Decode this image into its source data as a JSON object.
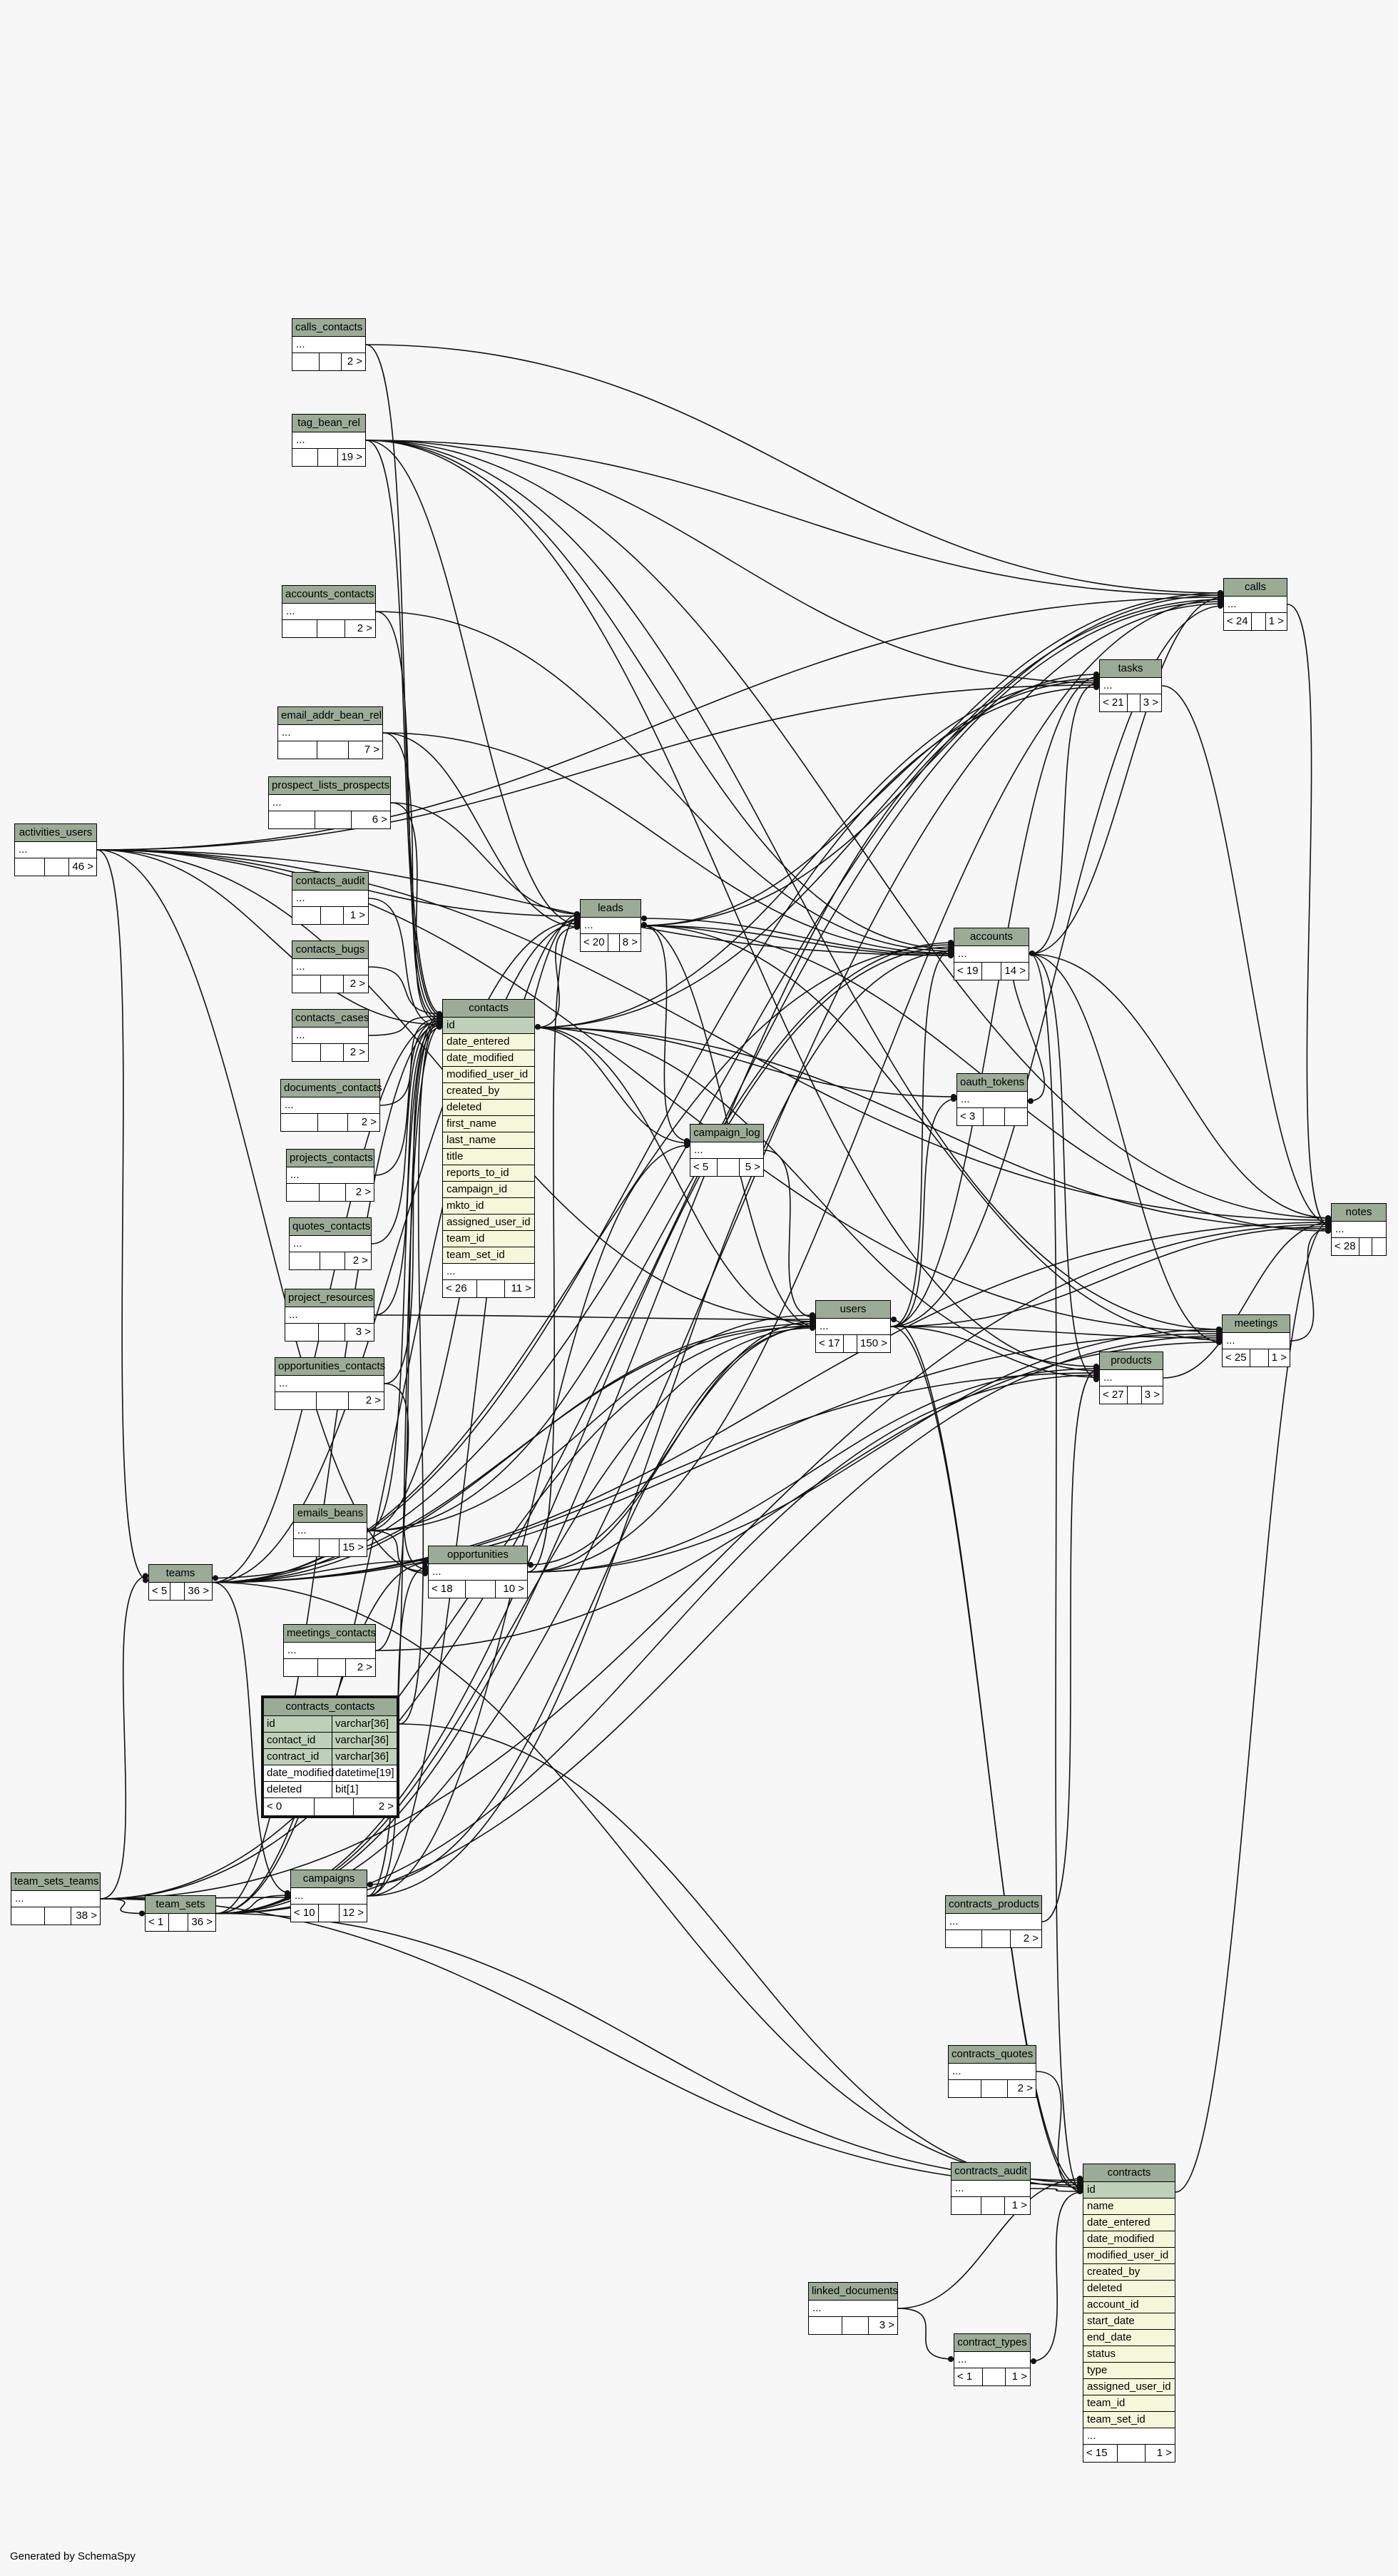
{
  "footer": "Generated by SchemaSpy",
  "tables": [
    {
      "key": "calls_contacts",
      "name": "calls_contacts",
      "cols": [
        "..."
      ],
      "parents": "",
      "children": "2 >"
    },
    {
      "key": "tag_bean_rel",
      "name": "tag_bean_rel",
      "cols": [
        "..."
      ],
      "parents": "",
      "children": "19 >"
    },
    {
      "key": "accounts_contacts",
      "name": "accounts_contacts",
      "cols": [
        "..."
      ],
      "parents": "",
      "children": "2 >"
    },
    {
      "key": "email_addr_bean_rel",
      "name": "email_addr_bean_rel",
      "cols": [
        "..."
      ],
      "parents": "",
      "children": "7 >"
    },
    {
      "key": "prospect_lists_prospects",
      "name": "prospect_lists_prospects",
      "cols": [
        "..."
      ],
      "parents": "",
      "children": "6 >"
    },
    {
      "key": "activities_users",
      "name": "activities_users",
      "cols": [
        "..."
      ],
      "parents": "",
      "children": "46 >"
    },
    {
      "key": "contacts_audit",
      "name": "contacts_audit",
      "cols": [
        "..."
      ],
      "parents": "",
      "children": "1 >"
    },
    {
      "key": "contacts_bugs",
      "name": "contacts_bugs",
      "cols": [
        "..."
      ],
      "parents": "",
      "children": "2 >"
    },
    {
      "key": "contacts_cases",
      "name": "contacts_cases",
      "cols": [
        "..."
      ],
      "parents": "",
      "children": "2 >"
    },
    {
      "key": "documents_contacts",
      "name": "documents_contacts",
      "cols": [
        "..."
      ],
      "parents": "",
      "children": "2 >"
    },
    {
      "key": "projects_contacts",
      "name": "projects_contacts",
      "cols": [
        "..."
      ],
      "parents": "",
      "children": "2 >"
    },
    {
      "key": "quotes_contacts",
      "name": "quotes_contacts",
      "cols": [
        "..."
      ],
      "parents": "",
      "children": "2 >"
    },
    {
      "key": "project_resources",
      "name": "project_resources",
      "cols": [
        "..."
      ],
      "parents": "",
      "children": "3 >"
    },
    {
      "key": "opportunities_contacts",
      "name": "opportunities_contacts",
      "cols": [
        "..."
      ],
      "parents": "",
      "children": "2 >"
    },
    {
      "key": "emails_beans",
      "name": "emails_beans",
      "cols": [
        "..."
      ],
      "parents": "",
      "children": "15 >"
    },
    {
      "key": "teams",
      "name": "teams",
      "cols": [],
      "parents": "< 5",
      "children": "36 >"
    },
    {
      "key": "meetings_contacts",
      "name": "meetings_contacts",
      "cols": [
        "..."
      ],
      "parents": "",
      "children": "2 >"
    },
    {
      "key": "team_sets_teams",
      "name": "team_sets_teams",
      "cols": [
        "..."
      ],
      "parents": "",
      "children": "38 >"
    },
    {
      "key": "team_sets",
      "name": "team_sets",
      "cols": [],
      "parents": "< 1",
      "children": "36 >"
    },
    {
      "key": "campaigns",
      "name": "campaigns",
      "cols": [
        "..."
      ],
      "parents": "< 10",
      "children": "12 >"
    },
    {
      "key": "opportunities",
      "name": "opportunities",
      "cols": [
        "..."
      ],
      "parents": "< 18",
      "children": "10 >"
    },
    {
      "key": "leads",
      "name": "leads",
      "cols": [
        "..."
      ],
      "parents": "< 20",
      "children": "8 >"
    },
    {
      "key": "campaign_log",
      "name": "campaign_log",
      "cols": [
        "..."
      ],
      "parents": "< 5",
      "children": "5 >"
    },
    {
      "key": "users",
      "name": "users",
      "cols": [
        "..."
      ],
      "parents": "< 17",
      "children": "150 >"
    },
    {
      "key": "accounts",
      "name": "accounts",
      "cols": [
        "..."
      ],
      "parents": "< 19",
      "children": "14 >"
    },
    {
      "key": "oauth_tokens",
      "name": "oauth_tokens",
      "cols": [
        "..."
      ],
      "parents": "< 3",
      "children": ""
    },
    {
      "key": "tasks",
      "name": "tasks",
      "cols": [
        "..."
      ],
      "parents": "< 21",
      "children": "3 >"
    },
    {
      "key": "calls",
      "name": "calls",
      "cols": [
        "..."
      ],
      "parents": "< 24",
      "children": "1 >"
    },
    {
      "key": "meetings",
      "name": "meetings",
      "cols": [
        "..."
      ],
      "parents": "< 25",
      "children": "1 >"
    },
    {
      "key": "products",
      "name": "products",
      "cols": [
        "..."
      ],
      "parents": "< 27",
      "children": "3 >"
    },
    {
      "key": "notes",
      "name": "notes",
      "cols": [
        "..."
      ],
      "parents": "< 28",
      "children": ""
    },
    {
      "key": "contracts_products",
      "name": "contracts_products",
      "cols": [
        "..."
      ],
      "parents": "",
      "children": "2 >"
    },
    {
      "key": "contracts_quotes",
      "name": "contracts_quotes",
      "cols": [
        "..."
      ],
      "parents": "",
      "children": "2 >"
    },
    {
      "key": "contracts_audit",
      "name": "contracts_audit",
      "cols": [
        "..."
      ],
      "parents": "",
      "children": "1 >"
    },
    {
      "key": "linked_documents",
      "name": "linked_documents",
      "cols": [
        "..."
      ],
      "parents": "",
      "children": "3 >"
    },
    {
      "key": "contract_types",
      "name": "contract_types",
      "cols": [
        "..."
      ],
      "parents": "< 1",
      "children": "1 >"
    },
    {
      "key": "contacts",
      "name": "contacts",
      "cols": [
        "id",
        "date_entered",
        "date_modified",
        "modified_user_id",
        "created_by",
        "deleted",
        "first_name",
        "last_name",
        "title",
        "reports_to_id",
        "campaign_id",
        "mkto_id",
        "assigned_user_id",
        "team_id",
        "team_set_id",
        "..."
      ],
      "parents": "< 26",
      "children": "11 >"
    },
    {
      "key": "contracts",
      "name": "contracts",
      "cols": [
        "id",
        "name",
        "date_entered",
        "date_modified",
        "modified_user_id",
        "created_by",
        "deleted",
        "account_id",
        "start_date",
        "end_date",
        "status",
        "type",
        "assigned_user_id",
        "team_id",
        "team_set_id",
        "..."
      ],
      "parents": "< 15",
      "children": "1 >"
    }
  ],
  "focus_table": {
    "name": "contracts_contacts",
    "rows": [
      {
        "col": "id",
        "type": "varchar[36]"
      },
      {
        "col": "contact_id",
        "type": "varchar[36]"
      },
      {
        "col": "contract_id",
        "type": "varchar[36]"
      },
      {
        "col": "date_modified",
        "type": "datetime[19]"
      },
      {
        "col": "deleted",
        "type": "bit[1]"
      }
    ],
    "parents": "< 0",
    "children": "2 >"
  },
  "relationships": [
    [
      "contacts",
      "calls_contacts"
    ],
    [
      "contacts",
      "tag_bean_rel"
    ],
    [
      "contacts",
      "accounts_contacts"
    ],
    [
      "contacts",
      "email_addr_bean_rel"
    ],
    [
      "contacts",
      "prospect_lists_prospects"
    ],
    [
      "contacts",
      "activities_users"
    ],
    [
      "contacts",
      "contacts_audit"
    ],
    [
      "contacts",
      "contacts_bugs"
    ],
    [
      "contacts",
      "contacts_cases"
    ],
    [
      "contacts",
      "documents_contacts"
    ],
    [
      "contacts",
      "projects_contacts"
    ],
    [
      "contacts",
      "quotes_contacts"
    ],
    [
      "contacts",
      "project_resources"
    ],
    [
      "contacts",
      "opportunities_contacts"
    ],
    [
      "contacts",
      "emails_beans"
    ],
    [
      "contacts",
      "meetings_contacts"
    ],
    [
      "contacts",
      "contracts_contacts"
    ],
    [
      "contacts",
      "teams"
    ],
    [
      "contacts",
      "team_sets"
    ],
    [
      "contacts",
      "campaigns"
    ],
    [
      "contacts",
      "users"
    ],
    [
      "calls",
      "calls_contacts"
    ],
    [
      "calls",
      "tag_bean_rel"
    ],
    [
      "calls",
      "activities_users"
    ],
    [
      "calls",
      "teams"
    ],
    [
      "calls",
      "team_sets_teams"
    ],
    [
      "calls",
      "team_sets"
    ],
    [
      "calls",
      "users"
    ],
    [
      "calls",
      "contacts"
    ],
    [
      "calls",
      "leads"
    ],
    [
      "calls",
      "accounts"
    ],
    [
      "calls",
      "opportunities"
    ],
    [
      "tasks",
      "tag_bean_rel"
    ],
    [
      "tasks",
      "activities_users"
    ],
    [
      "tasks",
      "teams"
    ],
    [
      "tasks",
      "team_sets"
    ],
    [
      "tasks",
      "users"
    ],
    [
      "tasks",
      "contacts"
    ],
    [
      "tasks",
      "leads"
    ],
    [
      "tasks",
      "accounts"
    ],
    [
      "leads",
      "tag_bean_rel"
    ],
    [
      "leads",
      "email_addr_bean_rel"
    ],
    [
      "leads",
      "prospect_lists_prospects"
    ],
    [
      "leads",
      "activities_users"
    ],
    [
      "leads",
      "emails_beans"
    ],
    [
      "leads",
      "teams"
    ],
    [
      "leads",
      "team_sets"
    ],
    [
      "leads",
      "users"
    ],
    [
      "leads",
      "contacts"
    ],
    [
      "leads",
      "campaigns"
    ],
    [
      "leads",
      "opportunities"
    ],
    [
      "leads",
      "accounts"
    ],
    [
      "accounts",
      "tag_bean_rel"
    ],
    [
      "accounts",
      "accounts_contacts"
    ],
    [
      "accounts",
      "email_addr_bean_rel"
    ],
    [
      "accounts",
      "activities_users"
    ],
    [
      "accounts",
      "emails_beans"
    ],
    [
      "accounts",
      "teams"
    ],
    [
      "accounts",
      "team_sets"
    ],
    [
      "accounts",
      "users"
    ],
    [
      "accounts",
      "campaigns"
    ],
    [
      "accounts",
      "contracts"
    ],
    [
      "accounts",
      "leads"
    ],
    [
      "notes",
      "tag_bean_rel"
    ],
    [
      "notes",
      "activities_users"
    ],
    [
      "notes",
      "teams"
    ],
    [
      "notes",
      "team_sets_teams"
    ],
    [
      "notes",
      "users"
    ],
    [
      "notes",
      "contacts"
    ],
    [
      "notes",
      "leads"
    ],
    [
      "notes",
      "accounts"
    ],
    [
      "notes",
      "contracts"
    ],
    [
      "notes",
      "products"
    ],
    [
      "notes",
      "tasks"
    ],
    [
      "notes",
      "calls"
    ],
    [
      "notes",
      "meetings"
    ],
    [
      "meetings",
      "meetings_contacts"
    ],
    [
      "meetings",
      "tag_bean_rel"
    ],
    [
      "meetings",
      "activities_users"
    ],
    [
      "meetings",
      "teams"
    ],
    [
      "meetings",
      "team_sets"
    ],
    [
      "meetings",
      "users"
    ],
    [
      "meetings",
      "leads"
    ],
    [
      "meetings",
      "accounts"
    ],
    [
      "meetings",
      "opportunities"
    ],
    [
      "products",
      "contracts_products"
    ],
    [
      "products",
      "tag_bean_rel"
    ],
    [
      "products",
      "teams"
    ],
    [
      "products",
      "team_sets"
    ],
    [
      "products",
      "users"
    ],
    [
      "products",
      "accounts"
    ],
    [
      "products",
      "contacts"
    ],
    [
      "products",
      "opportunities"
    ],
    [
      "users",
      "project_resources"
    ],
    [
      "users",
      "activities_users"
    ],
    [
      "users",
      "teams"
    ],
    [
      "users",
      "team_sets_teams"
    ],
    [
      "users",
      "team_sets"
    ],
    [
      "users",
      "emails_beans"
    ],
    [
      "users",
      "campaign_log"
    ],
    [
      "users",
      "contracts"
    ],
    [
      "users",
      "opportunities"
    ],
    [
      "opportunities",
      "opportunities_contacts"
    ],
    [
      "opportunities",
      "emails_beans"
    ],
    [
      "opportunities",
      "activities_users"
    ],
    [
      "opportunities",
      "teams"
    ],
    [
      "opportunities",
      "team_sets"
    ],
    [
      "opportunities",
      "users"
    ],
    [
      "opportunities",
      "campaigns"
    ],
    [
      "campaigns",
      "teams"
    ],
    [
      "campaigns",
      "team_sets"
    ],
    [
      "campaigns",
      "team_sets_teams"
    ],
    [
      "campaigns",
      "users"
    ],
    [
      "campaign_log",
      "leads"
    ],
    [
      "campaign_log",
      "contacts"
    ],
    [
      "campaign_log",
      "campaigns"
    ],
    [
      "oauth_tokens",
      "contacts"
    ],
    [
      "oauth_tokens",
      "users"
    ],
    [
      "oauth_tokens",
      "accounts"
    ],
    [
      "teams",
      "team_sets_teams"
    ],
    [
      "teams",
      "users"
    ],
    [
      "teams",
      "activities_users"
    ],
    [
      "team_sets",
      "team_sets_teams"
    ],
    [
      "contracts",
      "contracts_contacts"
    ],
    [
      "contracts",
      "contracts_quotes"
    ],
    [
      "contracts",
      "contracts_audit"
    ],
    [
      "contracts",
      "linked_documents"
    ],
    [
      "contracts",
      "team_sets"
    ],
    [
      "contracts",
      "teams"
    ],
    [
      "contracts",
      "team_sets_teams"
    ],
    [
      "contracts",
      "users"
    ],
    [
      "contract_types",
      "linked_documents"
    ],
    [
      "contract_types",
      "contracts"
    ]
  ]
}
